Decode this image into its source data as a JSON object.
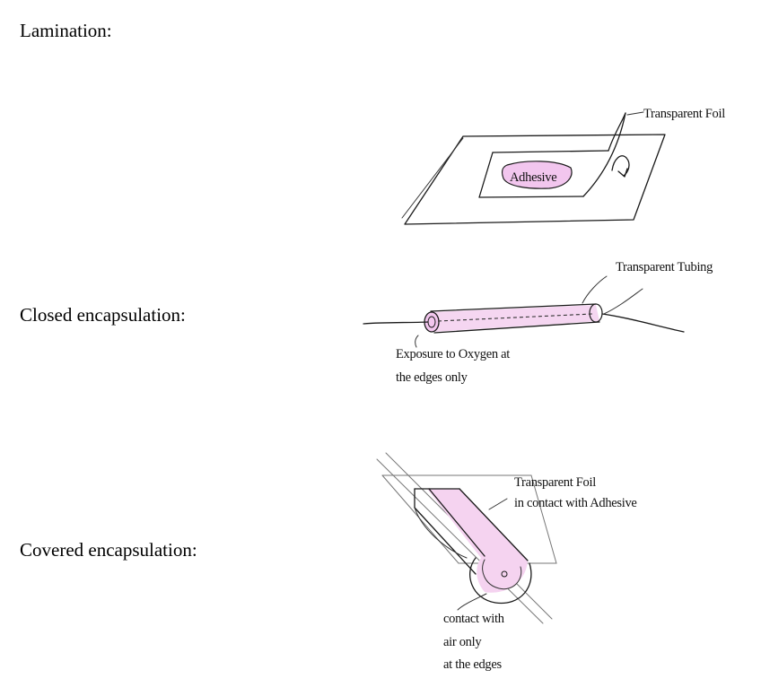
{
  "colors": {
    "highlight_pink": "#f2c6ee",
    "ink": "#1a1a1a"
  },
  "sections": {
    "lamination": {
      "label": "Lamination:",
      "annotations": {
        "foil": "Transparent Foil",
        "adhesive": "Adhesive"
      }
    },
    "closed_encapsulation": {
      "label": "Closed encapsulation:",
      "annotations": {
        "tubing": "Transparent Tubing",
        "exposure_line1": "Exposure to Oxygen at",
        "exposure_line2": "the edges only"
      }
    },
    "covered_encapsulation": {
      "label": "Covered encapsulation:",
      "annotations": {
        "foil_line1": "Transparent Foil",
        "foil_line2": "in contact with Adhesive",
        "contact_line1": "contact with",
        "contact_line2": "air only",
        "contact_line3": "at the edges"
      }
    }
  }
}
